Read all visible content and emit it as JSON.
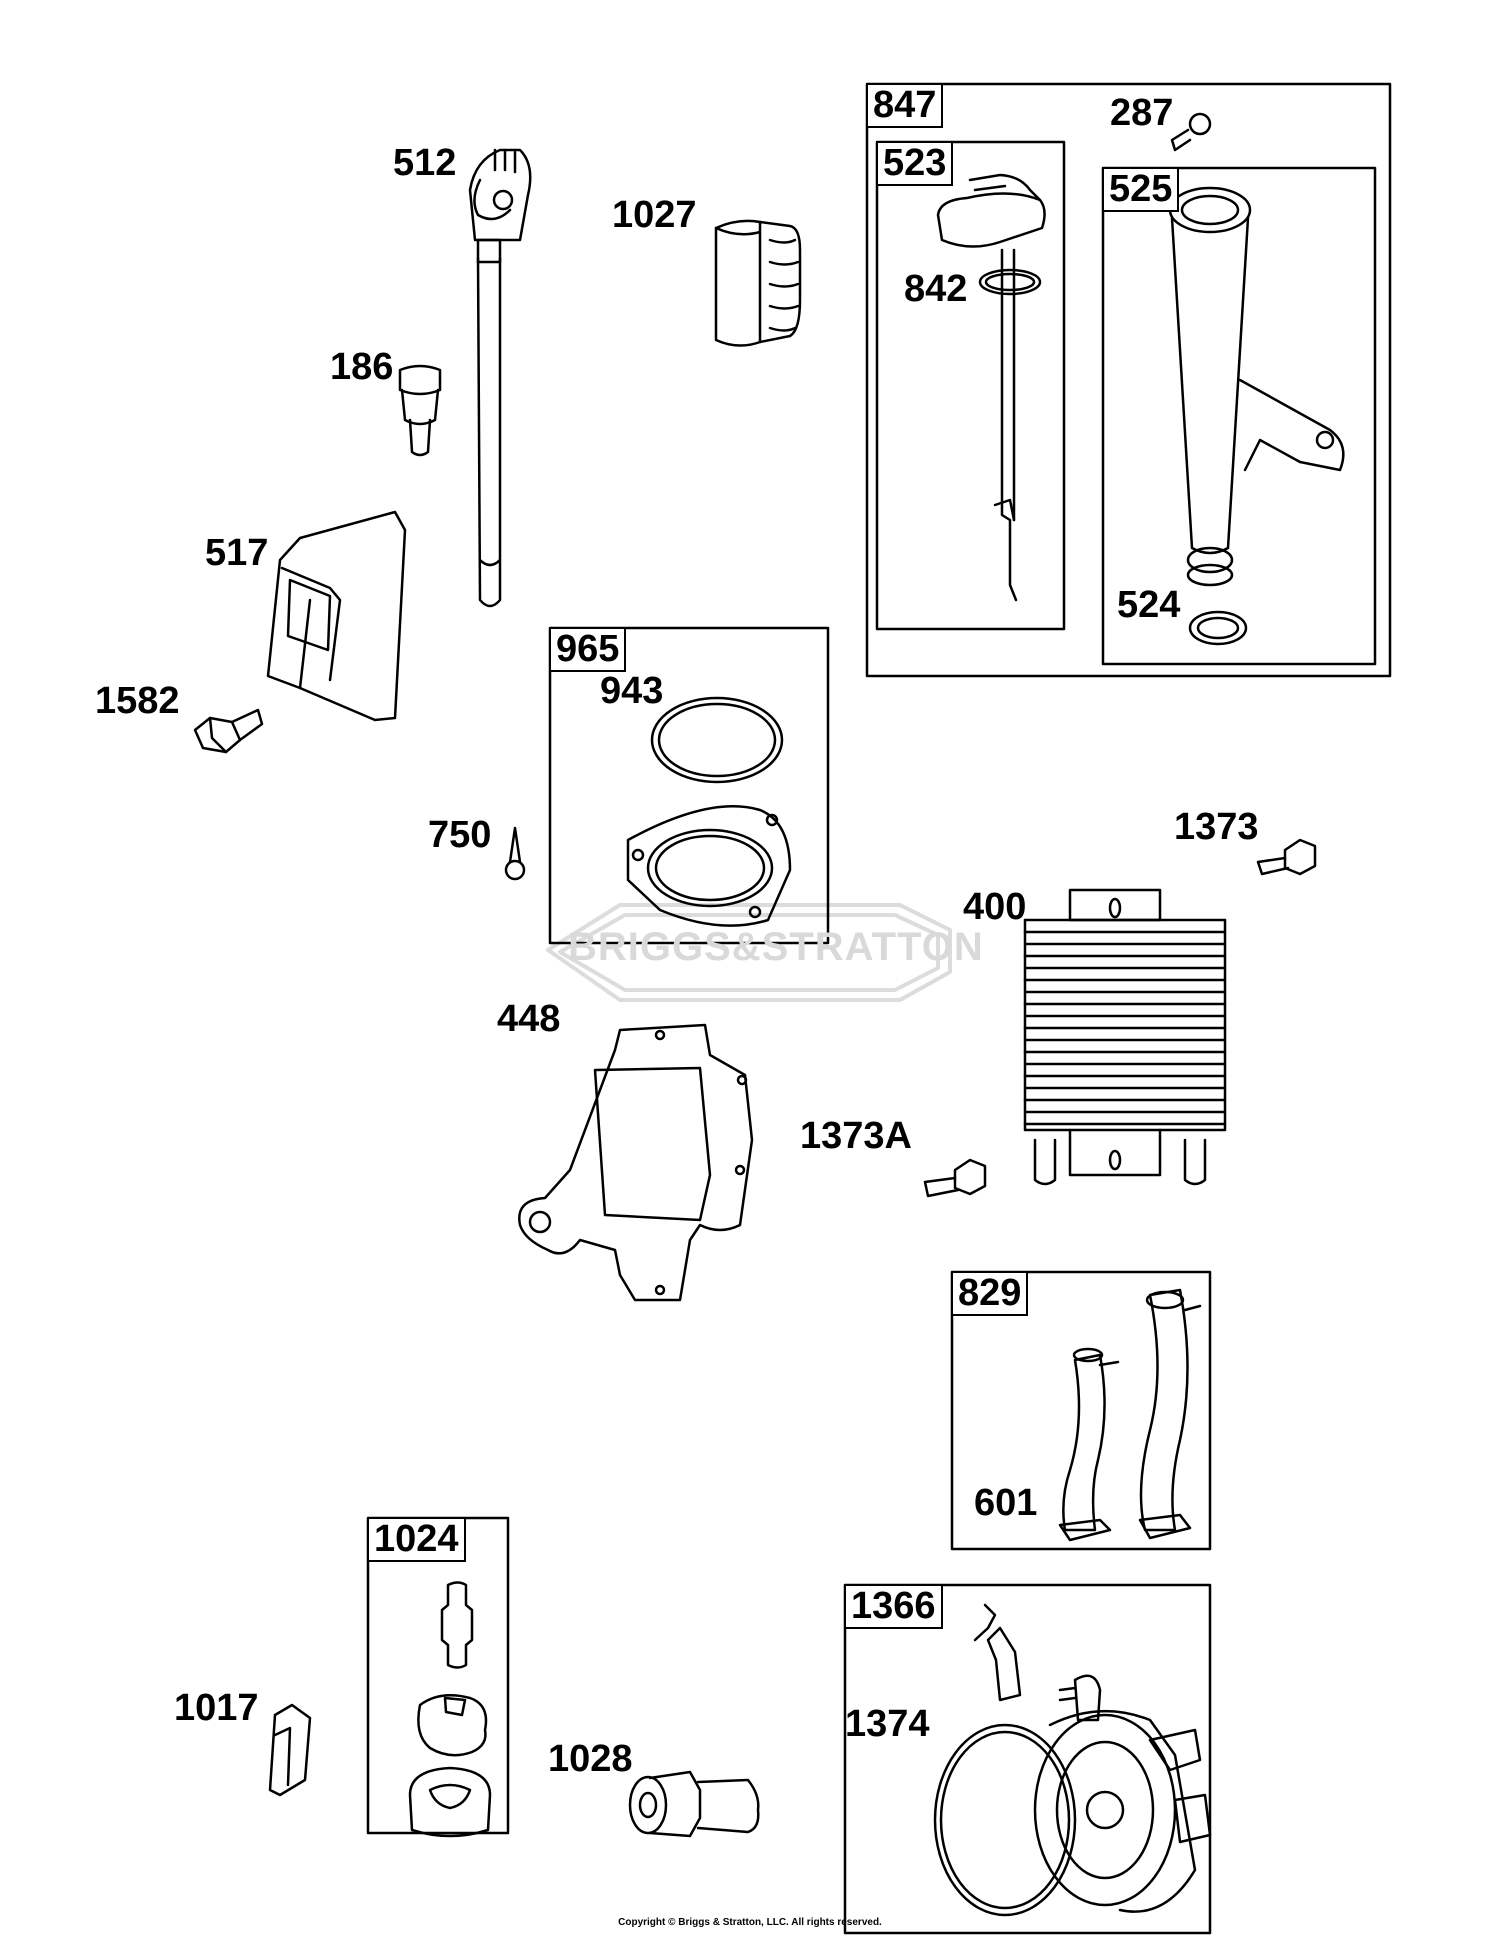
{
  "labels": {
    "l512": "512",
    "l1027": "1027",
    "l186": "186",
    "l517": "517",
    "l1582": "1582",
    "l842": "842",
    "l287": "287",
    "l524": "524",
    "l943": "943",
    "l750": "750",
    "l1373": "1373",
    "l400": "400",
    "l448": "448",
    "l1373A": "1373A",
    "l601": "601",
    "l1017": "1017",
    "l1028": "1028",
    "l1374": "1374"
  },
  "boxes": {
    "b847": "847",
    "b523": "523",
    "b525": "525",
    "b965": "965",
    "b829": "829",
    "b1024": "1024",
    "b1366": "1366"
  },
  "watermark": "BRIGGS&STRATTON",
  "copyright": "Copyright © Briggs & Stratton, LLC. All rights reserved."
}
